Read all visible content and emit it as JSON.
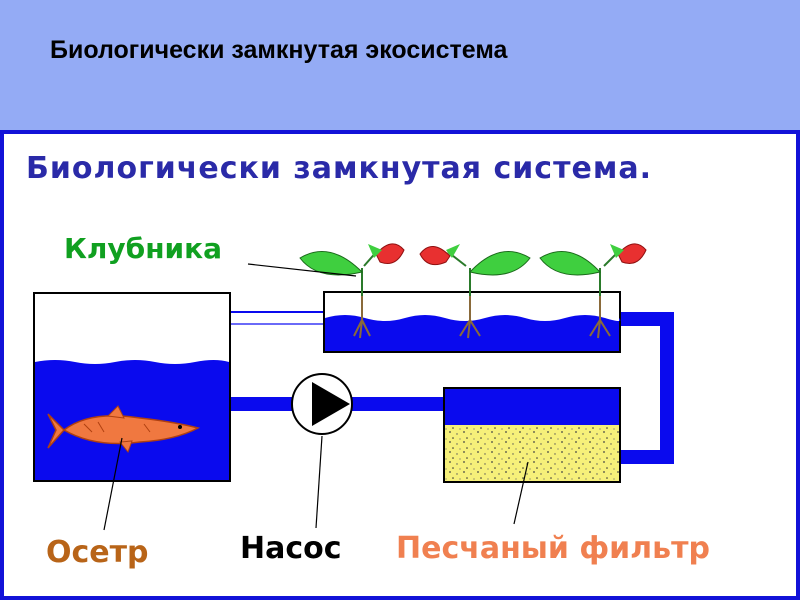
{
  "slide": {
    "title": "Биологически замкнутая экосистема"
  },
  "diagram": {
    "heading": "Биологически замкнутая система.",
    "labels": {
      "strawberry": "Клубника",
      "sturgeon": "Осетр",
      "pump": "Насос",
      "sand_filter": "Песчаный фильтр"
    },
    "colors": {
      "header_bg": "#94ABF5",
      "frame_border": "#1212D8",
      "water": "#0A0AEE",
      "pipe": "#0A0AEE",
      "sand": "#F6F07A",
      "fish": "#F07840",
      "leaf": "#3FCF3F",
      "berry": "#E83030",
      "heading_text": "#2A2AA8",
      "strawberry_text": "#10A020",
      "sturgeon_text": "#B86418",
      "sand_filter_text": "#F08050"
    }
  }
}
